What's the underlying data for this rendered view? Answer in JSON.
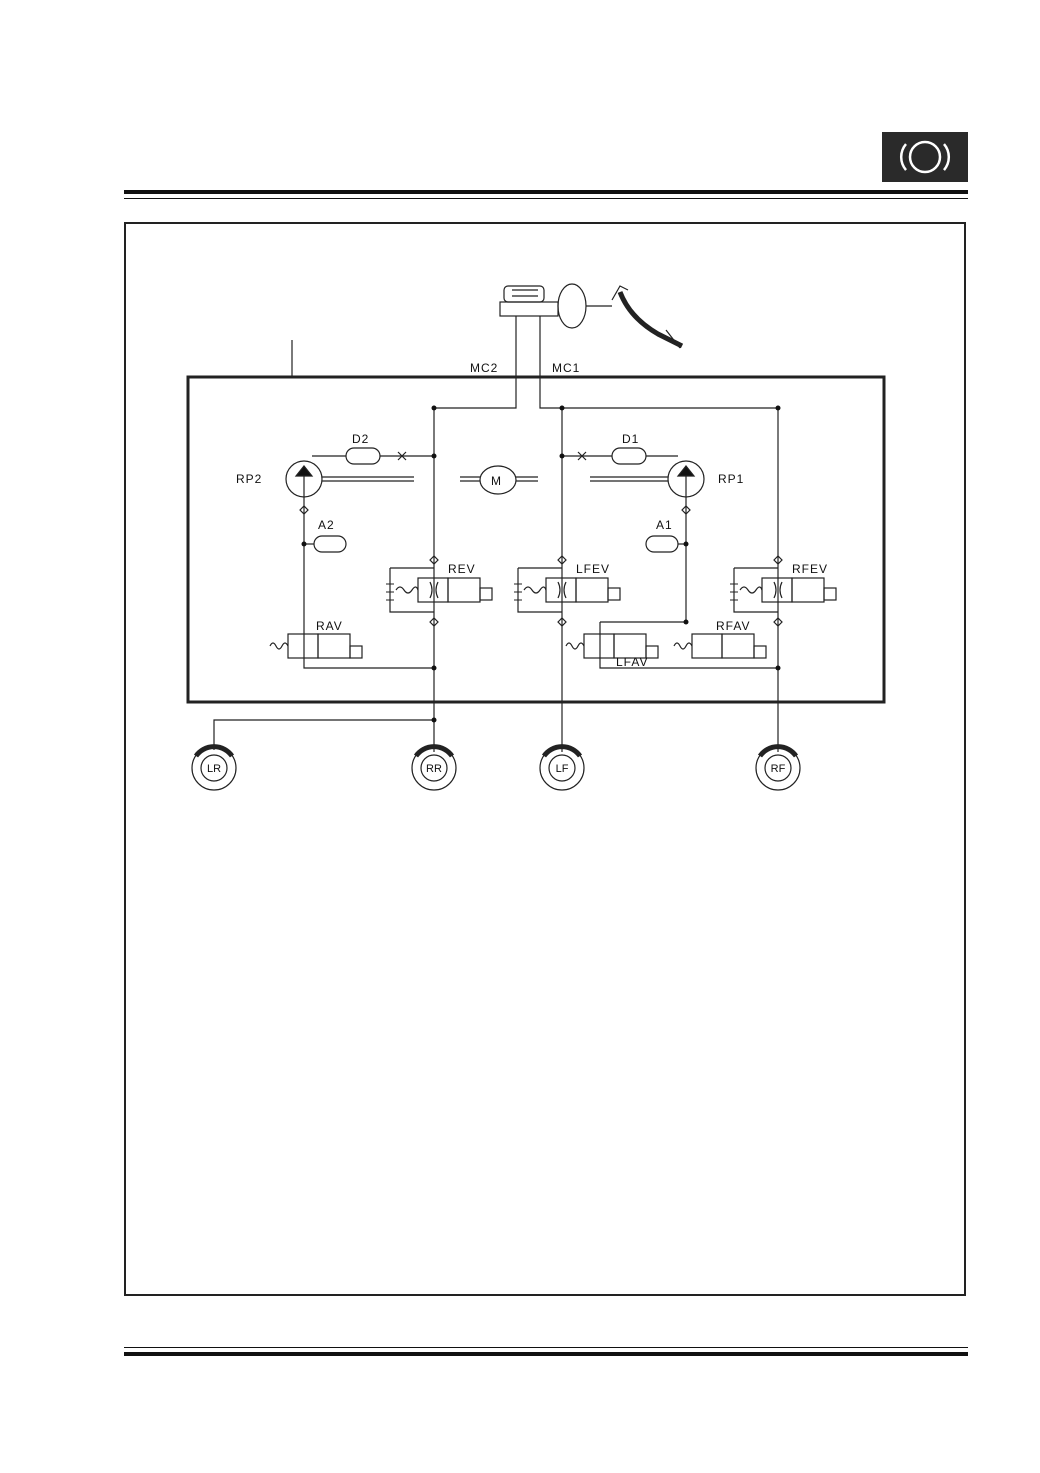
{
  "icons": {
    "header_badge": "brake-disc-icon"
  },
  "diagram": {
    "labels": {
      "mc2": "MC2",
      "mc1": "MC1",
      "d2": "D2",
      "d1": "D1",
      "rp2": "RP2",
      "rp1": "RP1",
      "motor": "M",
      "a2": "A2",
      "a1": "A1",
      "rev": "REV",
      "lfev": "LFEV",
      "rfev": "RFEV",
      "rav": "RAV",
      "rfav": "RFAV",
      "lfav": "LFAV"
    },
    "wheels": {
      "lr": "LR",
      "rr": "RR",
      "lf": "LF",
      "rf": "RF"
    }
  }
}
